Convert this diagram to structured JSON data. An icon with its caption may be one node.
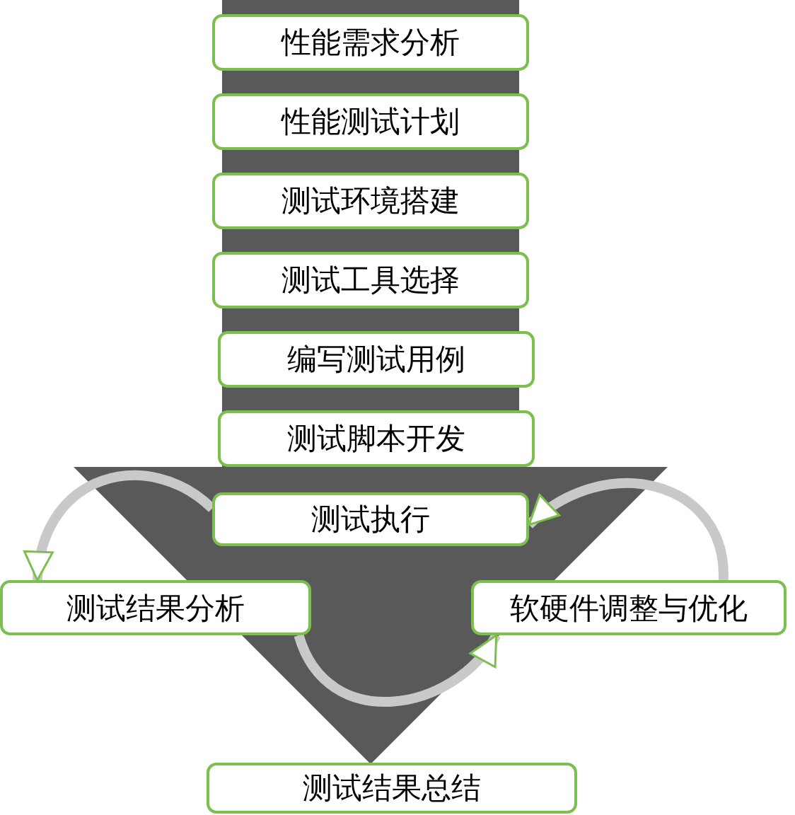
{
  "diagram": {
    "nodes": [
      {
        "text": [
          "性能需求分析"
        ]
      },
      {
        "text": [
          "性能测试计划"
        ]
      },
      {
        "text": [
          "测试环境搭建"
        ]
      },
      {
        "text": [
          "测试工具选择"
        ]
      },
      {
        "text": [
          "编写测试用例"
        ]
      },
      {
        "text": [
          "测试脚本开发"
        ]
      },
      {
        "text": [
          "测试执行"
        ]
      },
      {
        "text": [
          "测试结果分析"
        ]
      },
      {
        "text": [
          "软硬件调整与优化"
        ]
      },
      {
        "text": [
          "测试结果总结"
        ]
      }
    ],
    "edges": [
      {
        "from": 6,
        "to": 7,
        "arrow": "to"
      },
      {
        "from": 7,
        "to": 8,
        "arrow": "to"
      },
      {
        "from": 8,
        "to": 6,
        "arrow": "to"
      },
      {
        "from": 0,
        "to": 9,
        "arrow": "to",
        "style": "thick"
      }
    ]
  }
}
